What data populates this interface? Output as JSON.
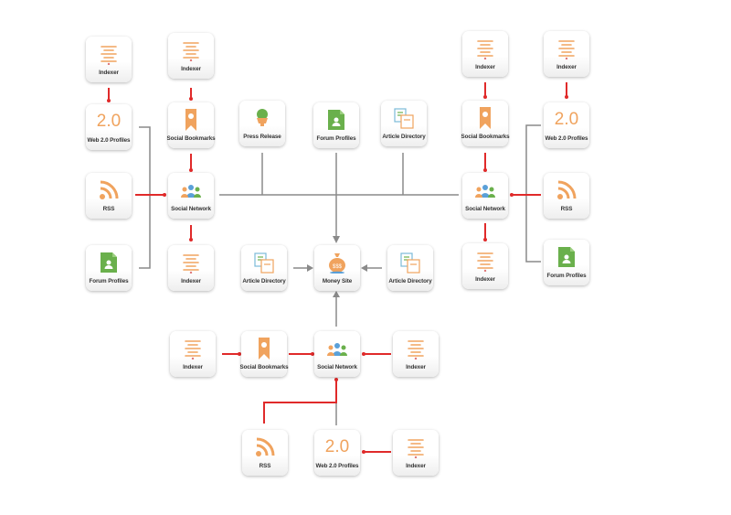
{
  "labels": {
    "indexer": "Indexer",
    "web20_profiles": "Web 2.0 Profiles",
    "web20_glyph": "2.0",
    "rss": "RSS",
    "forum_profiles": "Forum Profiles",
    "social_bookmarks": "Social Bookmarks",
    "social_network": "Social Network",
    "press_release": "Press Release",
    "article_directory": "Article Directory",
    "money_site": "Money Site"
  },
  "colors": {
    "gray_link": "#8a8a8a",
    "red_link": "#e02a2a",
    "orange_icon": "#f0a35e",
    "green_icon": "#6ab04c",
    "blue_icon": "#5aa0d8"
  }
}
